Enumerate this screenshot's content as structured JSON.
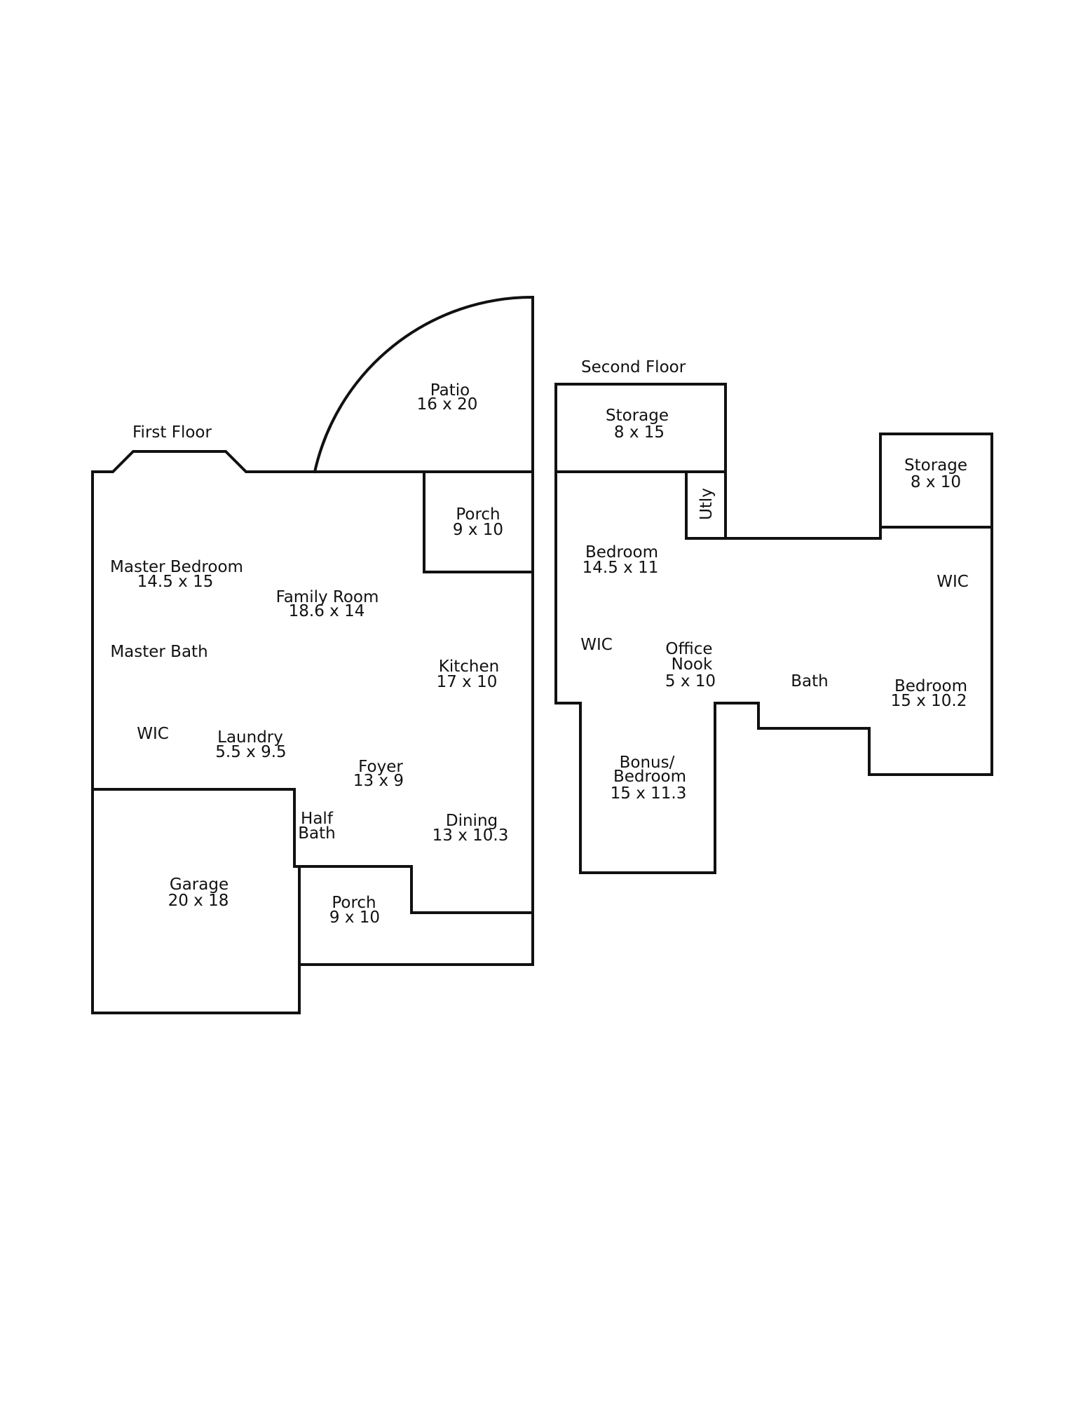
{
  "floors": {
    "first": {
      "title": "First Floor",
      "rooms": {
        "patio": {
          "name": "Patio",
          "dims": "16 x 20"
        },
        "porch_rear": {
          "name": "Porch",
          "dims": "9 x 10"
        },
        "master_bedroom": {
          "name": "Master Bedroom",
          "dims": "14.5 x 15"
        },
        "family_room": {
          "name": "Family Room",
          "dims": "18.6 x 14"
        },
        "master_bath": {
          "name": "Master Bath"
        },
        "kitchen": {
          "name": "Kitchen",
          "dims": "17 x 10"
        },
        "wic": {
          "name": "WIC"
        },
        "laundry": {
          "name": "Laundry",
          "dims": "5.5 x 9.5"
        },
        "foyer": {
          "name": "Foyer",
          "dims": "13 x 9"
        },
        "half_bath": {
          "name_line1": "Half",
          "name_line2": "Bath"
        },
        "dining": {
          "name": "Dining",
          "dims": "13 x 10.3"
        },
        "garage": {
          "name": "Garage",
          "dims": "20 x 18"
        },
        "porch_front": {
          "name": "Porch",
          "dims": "9 x 10"
        }
      }
    },
    "second": {
      "title": "Second Floor",
      "rooms": {
        "storage_left": {
          "name": "Storage",
          "dims": "8 x 15"
        },
        "storage_right": {
          "name": "Storage",
          "dims": "8 x 10"
        },
        "utly": {
          "name": "Utly"
        },
        "bedroom_left": {
          "name": "Bedroom",
          "dims": "14.5 x 11"
        },
        "wic_right": {
          "name": "WIC"
        },
        "wic_left": {
          "name": "WIC"
        },
        "office_nook": {
          "name_line1": "Office",
          "name_line2": "Nook",
          "dims": "5 x 10"
        },
        "bath": {
          "name": "Bath"
        },
        "bedroom_right": {
          "name": "Bedroom",
          "dims": "15 x 10.2"
        },
        "bonus": {
          "name_line1": "Bonus/",
          "name_line2": "Bedroom",
          "dims": "15 x 11.3"
        }
      }
    }
  }
}
